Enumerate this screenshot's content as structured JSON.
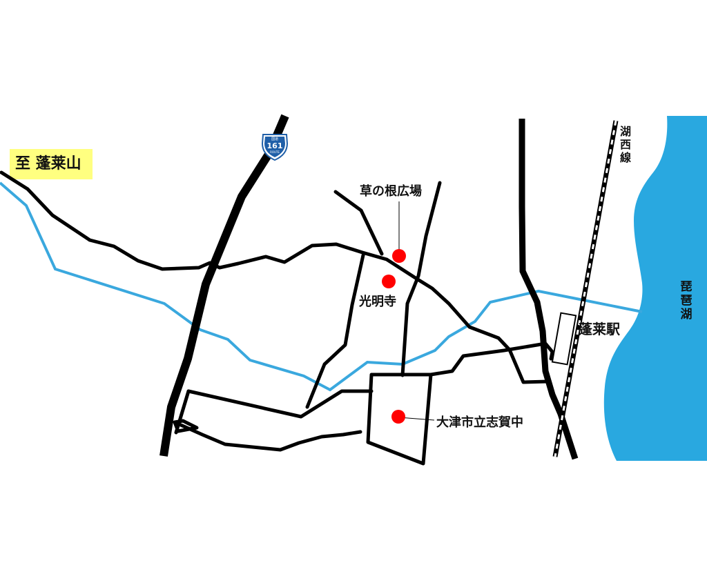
{
  "destination_label": "至 蓬莱山",
  "route_shield": {
    "number": "161",
    "top_text": "国道",
    "bottom_text": "ROUTE"
  },
  "landmarks": [
    {
      "id": "kusanone",
      "label": "草の根広場"
    },
    {
      "id": "komyoji",
      "label": "光明寺"
    },
    {
      "id": "school",
      "label": "大津市立志賀中"
    }
  ],
  "station": {
    "label": "蓬莱駅"
  },
  "railway": {
    "label_chars": [
      "湖",
      "西",
      "線"
    ]
  },
  "lake": {
    "label_chars": [
      "琵",
      "琶",
      "湖"
    ]
  },
  "colors": {
    "road": "#000000",
    "river": "#3aa8de",
    "lake": "#29a8e0",
    "marker": "#ff0000",
    "highlight": "#ffff80",
    "shield": "#1f5fa8"
  }
}
